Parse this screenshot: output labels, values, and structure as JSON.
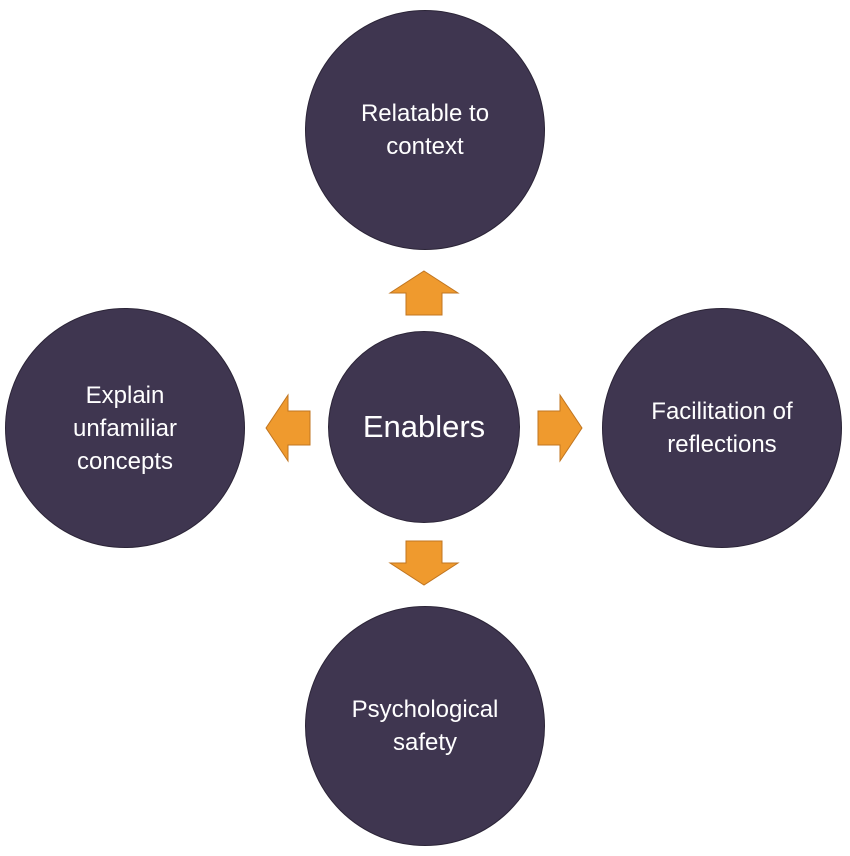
{
  "diagram": {
    "center": {
      "label": "Enablers"
    },
    "nodes": {
      "top": {
        "label": "Relatable to context"
      },
      "left": {
        "label": "Explain unfamiliar concepts"
      },
      "right": {
        "label": "Facilitation of reflections"
      },
      "bottom": {
        "label": "Psychological safety"
      }
    },
    "colors": {
      "circle_fill": "#3f3650",
      "arrow_fill": "#ef9a2e",
      "text": "#ffffff"
    },
    "icons": {
      "up": "arrow-up-icon",
      "down": "arrow-down-icon",
      "left": "arrow-left-icon",
      "right": "arrow-right-icon"
    }
  }
}
